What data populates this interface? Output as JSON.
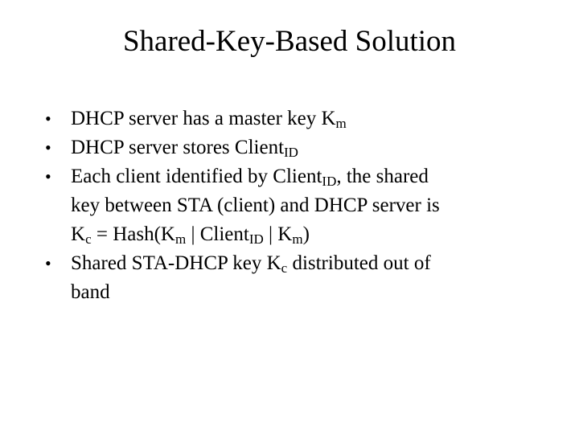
{
  "slide": {
    "title": "Shared-Key-Based Solution",
    "bullet_glyph": "•",
    "bullets": [
      {
        "lines": [
          [
            {
              "text": "DHCP server has a master key K"
            },
            {
              "text": "m",
              "sub": true
            }
          ]
        ]
      },
      {
        "lines": [
          [
            {
              "text": "DHCP server stores Client"
            },
            {
              "text": "ID",
              "sub": true
            }
          ]
        ]
      },
      {
        "lines": [
          [
            {
              "text": "Each client identified by Client"
            },
            {
              "text": "ID",
              "sub": true
            },
            {
              "text": ", the shared"
            }
          ],
          [
            {
              "text": "key between STA (client) and DHCP server is"
            }
          ],
          [
            {
              "text": "K"
            },
            {
              "text": "c",
              "sub": true
            },
            {
              "text": " = Hash(K"
            },
            {
              "text": "m",
              "sub": true
            },
            {
              "text": " | Client"
            },
            {
              "text": "ID",
              "sub": true
            },
            {
              "text": " | K"
            },
            {
              "text": "m",
              "sub": true
            },
            {
              "text": ")"
            }
          ]
        ]
      },
      {
        "lines": [
          [
            {
              "text": "Shared STA-DHCP key K"
            },
            {
              "text": "c",
              "sub": true
            },
            {
              "text": " distributed out of"
            }
          ],
          [
            {
              "text": "band"
            }
          ]
        ]
      }
    ]
  }
}
